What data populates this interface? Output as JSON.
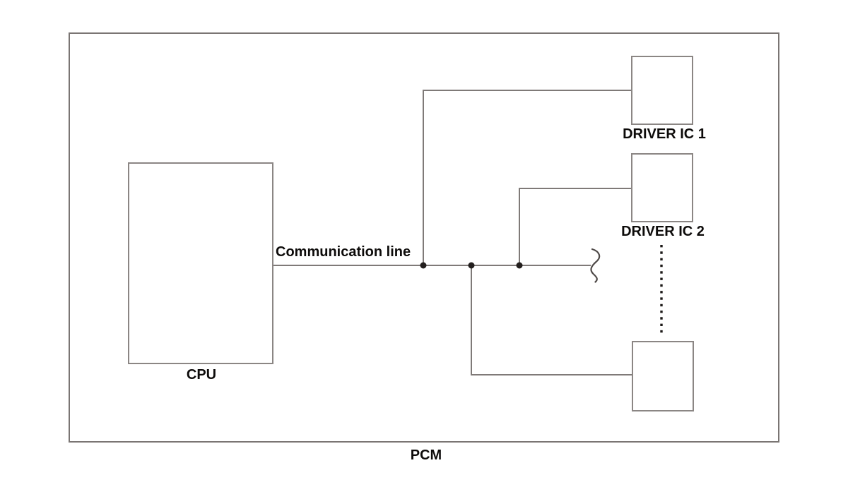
{
  "figure": {
    "labels": {
      "pcm": "PCM",
      "cpu": "CPU",
      "communication_line": "Communication line",
      "driver_ic_1": "DRIVER IC 1",
      "driver_ic_2": "DRIVER IC 2"
    },
    "colors": {
      "background": "#ffffff",
      "wire_line": "#7f7a78",
      "box_border": "#8b8684",
      "pcm_border": "#7a7573",
      "junction_dot": "#231f1e",
      "dotted_continuation": "#1c1918",
      "break_squiggle": "#4f4a48",
      "text": "#0d0b0a"
    }
  }
}
